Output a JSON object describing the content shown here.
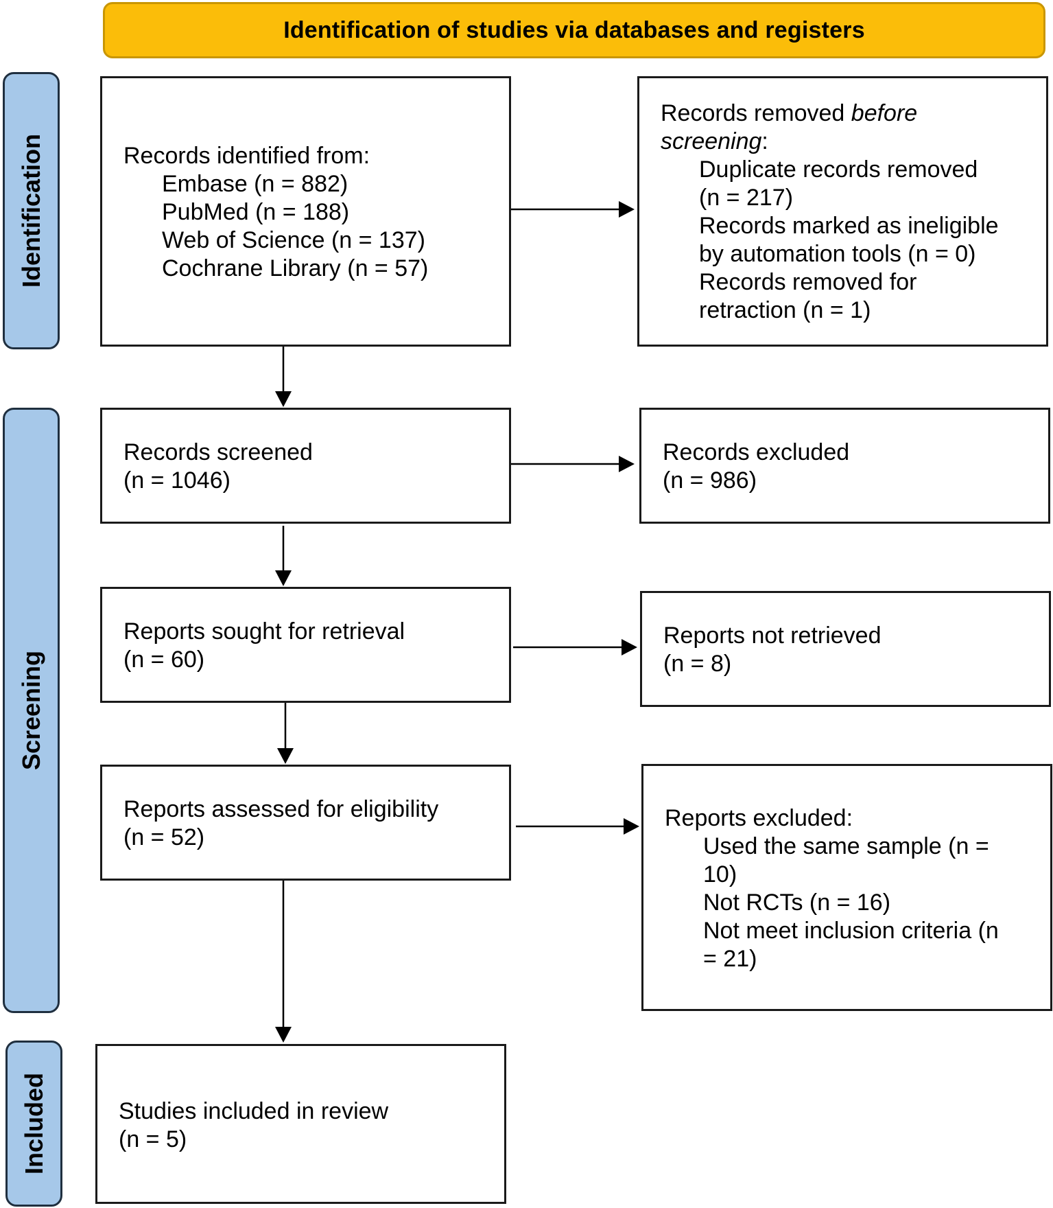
{
  "header": {
    "title": "Identification of studies via databases and registers"
  },
  "phases": {
    "identification": "Identification",
    "screening": "Screening",
    "included": "Included"
  },
  "identification": {
    "records_identified": {
      "label": "Records identified from:",
      "sources": [
        "Embase (n = 882)",
        "PubMed (n = 188)",
        "Web of Science (n = 137)",
        "Cochrane Library (n = 57)"
      ]
    },
    "records_removed": {
      "label_prefix": "Records removed ",
      "label_italic_1": "before",
      "label_italic_2": "screening",
      "label_suffix": ":",
      "lines": [
        "Duplicate records removed",
        "(n = 217)",
        "Records marked as ineligible",
        "by automation tools (n = 0)",
        "Records removed for",
        "retraction (n = 1)"
      ]
    }
  },
  "screening": {
    "records_screened": {
      "label": "Records screened",
      "count": "(n = 1046)"
    },
    "records_excluded": {
      "label": "Records excluded",
      "count": "(n = 986)"
    },
    "reports_sought": {
      "label": "Reports sought for retrieval",
      "count": "(n = 60)"
    },
    "reports_not_retrieved": {
      "label": "Reports not retrieved",
      "count": "(n = 8)"
    },
    "reports_assessed": {
      "label": "Reports assessed for eligibility",
      "count": "(n = 52)"
    },
    "reports_excluded": {
      "label": "Reports excluded:",
      "lines": [
        "Used the same sample (n =",
        "10)",
        "Not RCTs (n = 16)",
        "Not meet inclusion criteria (n",
        "= 21)"
      ]
    }
  },
  "included": {
    "studies_included": {
      "label": "Studies included in review",
      "count": "(n = 5)"
    }
  },
  "colors": {
    "header_fill": "#fbbd09",
    "phase_fill": "#a6c8e9",
    "border": "#1a1a1a"
  }
}
